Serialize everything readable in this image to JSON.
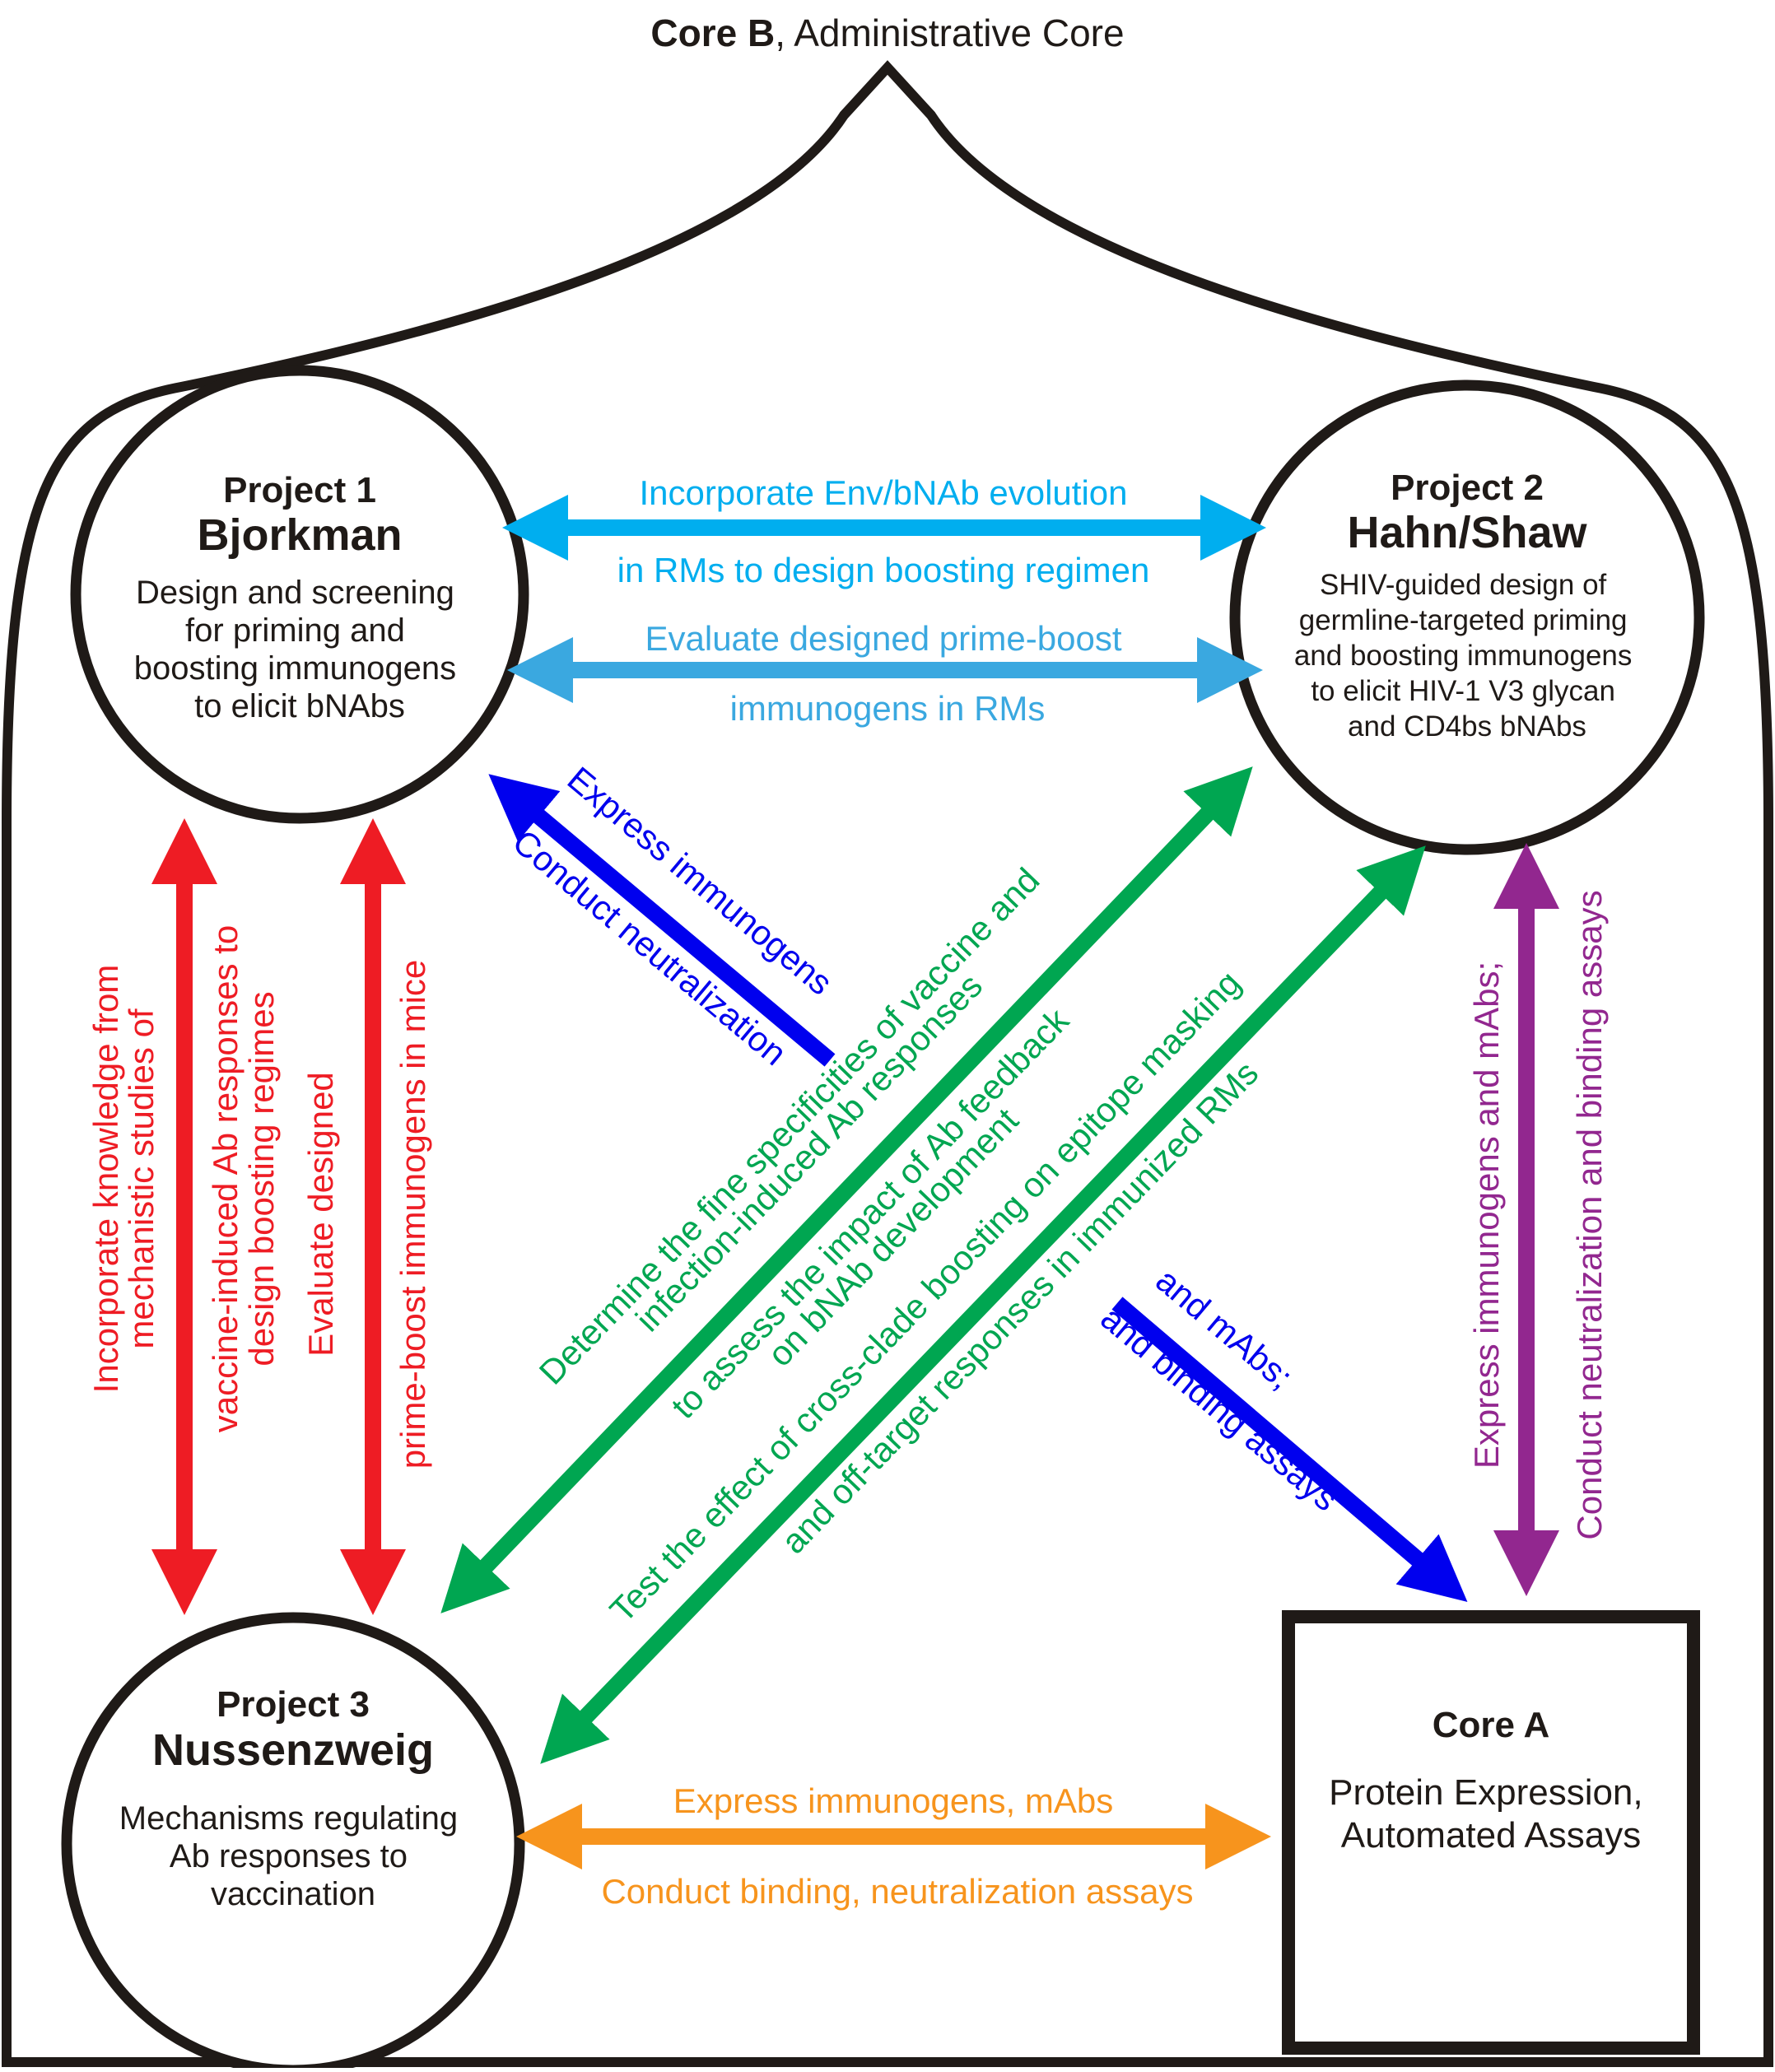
{
  "colors": {
    "outline": "#1f1a17",
    "cyan": "#00aeef",
    "light_blue": "#3aa8e0",
    "blue": "#0000ee",
    "green": "#00a651",
    "red": "#ee1c24",
    "purple": "#92278f",
    "orange": "#f7941d"
  },
  "core_b": {
    "bold": "Core B",
    "rest": ", Administrative Core"
  },
  "project1": {
    "title": "Project 1",
    "name": "Bjorkman",
    "desc": [
      "Design and screening",
      "for priming and",
      "boosting immunogens",
      "to elicit bNAbs"
    ]
  },
  "project2": {
    "title": "Project 2",
    "name": "Hahn/Shaw",
    "desc": [
      "SHIV-guided design of",
      "germline-targeted priming",
      "and boosting immunogens",
      "to elicit HIV-1 V3 glycan",
      "and CD4bs bNAbs"
    ]
  },
  "project3": {
    "title": "Project 3",
    "name": "Nussenzweig",
    "desc": [
      "Mechanisms regulating",
      "Ab responses to",
      "vaccination"
    ]
  },
  "core_a": {
    "title": "Core A",
    "desc": [
      "Protein Expression,",
      "Automated Assays"
    ]
  },
  "links": {
    "p1_p2_top": [
      "Incorporate Env/bNAb evolution",
      "in RMs to design boosting regimen"
    ],
    "p1_p2_bottom": [
      "Evaluate designed prime-boost",
      "immunogens in RMs"
    ],
    "p1_p3_left": [
      "Incorporate knowledge from",
      "mechanistic studies of",
      "vaccine-induced Ab responses to",
      "design boosting regimes"
    ],
    "p1_p3_right": [
      "Evaluate designed",
      "prime-boost immunogens in mice"
    ],
    "coreA_p1": [
      "Express immunogens",
      "Conduct neutralization"
    ],
    "coreA_p1_lower": [
      "and mAbs;",
      "and binding assays"
    ],
    "p2_p3_a": [
      "Determine the fine specificities of vaccine and",
      "infection-induced Ab responses"
    ],
    "p2_p3_b": [
      "to assess the impact of Ab feedback",
      "on bNAb development"
    ],
    "p2_p3_c": [
      "Test the effect of cross-clade boosting on epitope masking",
      "and off-target responses in immunized RMs"
    ],
    "p2_coreA": [
      "Express immunogens and mAbs;",
      "Conduct neutralization and binding assays"
    ],
    "p3_coreA": [
      "Express immunogens, mAbs",
      "Conduct binding, neutralization assays"
    ]
  }
}
